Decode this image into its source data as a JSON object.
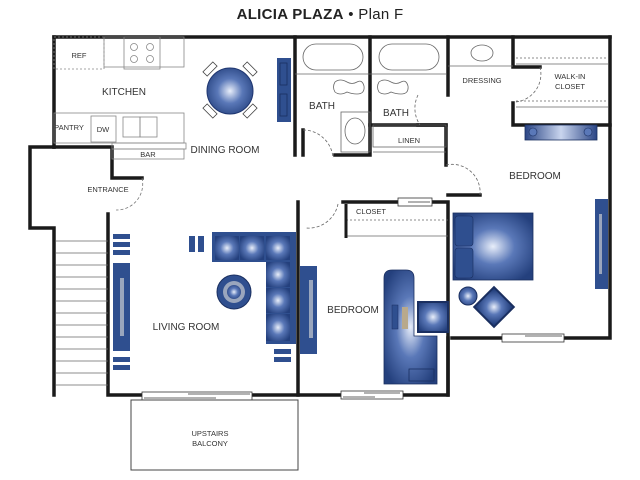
{
  "header": {
    "property_name": "ALICIA PLAZA",
    "separator": "•",
    "plan_name": "Plan F"
  },
  "rooms": {
    "ref": "REF",
    "kitchen": "KITCHEN",
    "pantry": "PANTRY",
    "dw": "DW",
    "bar": "BAR",
    "dining_room": "DINING ROOM",
    "entrance": "ENTRANCE",
    "living_room": "LIVING ROOM",
    "bath_1": "BATH",
    "bath_2": "BATH",
    "linen": "LINEN",
    "dressing": "DRESSING",
    "walk_in_closet_line1": "WALK-IN",
    "walk_in_closet_line2": "CLOSET",
    "bedroom_master": "BEDROOM",
    "closet": "CLOSET",
    "bedroom_second": "BEDROOM",
    "balcony_line1": "UPSTAIRS",
    "balcony_line2": "BALCONY"
  },
  "colors": {
    "wall": "#1a1a1a",
    "furniture": "#2f4f8f",
    "furniture_light": "#dfe6f5",
    "fixture_line": "#777777"
  }
}
